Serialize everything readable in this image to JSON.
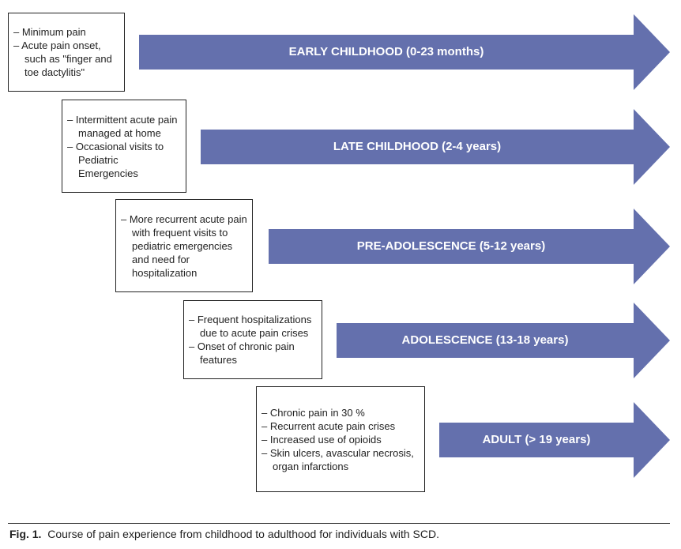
{
  "stages": [
    {
      "label": "EARLY CHILDHOOD (0-23 months)",
      "notes": [
        "Minimum pain",
        "Acute pain onset, such as \"finger and toe dactylitis\""
      ]
    },
    {
      "label": "LATE CHILDHOOD (2-4 years)",
      "notes": [
        "Intermittent acute pain managed at home",
        "Occasional visits to Pediatric Emergencies"
      ]
    },
    {
      "label": "PRE-ADOLESCENCE (5-12 years)",
      "notes": [
        "More recurrent acute pain with frequent visits to pediatric emergencies and need for hospitalization"
      ]
    },
    {
      "label": "ADOLESCENCE (13-18 years)",
      "notes": [
        "Frequent hospitalizations due to acute pain crises",
        "Onset of chronic pain features"
      ]
    },
    {
      "label": "ADULT (> 19 years)",
      "notes": [
        "Chronic pain in 30 %",
        "Recurrent acute pain crises",
        "Increased use of opioids",
        "Skin ulcers, avascular necrosis, organ infarctions"
      ]
    }
  ],
  "caption": {
    "label": "Fig. 1.",
    "text": "Course of pain experience from childhood to adulthood for individuals with SCD."
  },
  "colors": {
    "arrow_fill": "#6470ad",
    "arrow_text": "#ffffff"
  }
}
